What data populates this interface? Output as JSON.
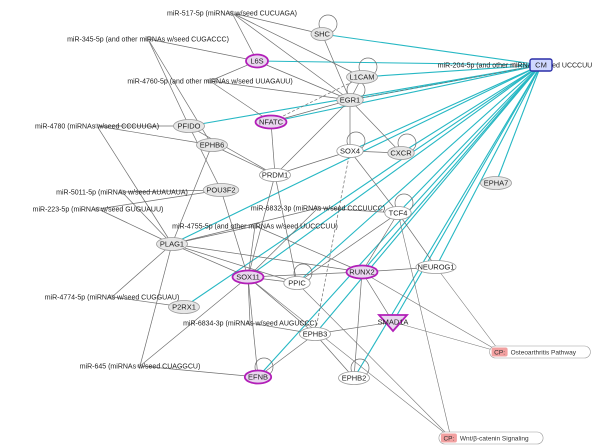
{
  "nodes": [
    {
      "id": "m517",
      "label": "miR-517-5p (miRNAs w/seed CUCUAGA)",
      "kind": "text"
    },
    {
      "id": "m345",
      "label": "miR-345-5p (and other miRNAs w/seed CUGACCC)",
      "kind": "text"
    },
    {
      "id": "m4760",
      "label": "miR-4760-5p (and other miRNAs w/seed UUAGAUU)",
      "kind": "text"
    },
    {
      "id": "m4780",
      "label": "miR-4780 (miRNAs w/seed CCCUUGA)",
      "kind": "text"
    },
    {
      "id": "m204",
      "label": "miR-204-5p (and other miRNAs w/seed UCCCUU",
      "kind": "text"
    },
    {
      "id": "m5011",
      "label": "miR-5011-5p (miRNAs w/seed AUAUAUA)",
      "kind": "text"
    },
    {
      "id": "m223",
      "label": "miR-223-5p (miRNAs w/seed GUGUAUU)",
      "kind": "text"
    },
    {
      "id": "m6832",
      "label": "miR-6832-3p (miRNAs w/seed CCCUUCC)",
      "kind": "text"
    },
    {
      "id": "m4755",
      "label": "miR-4755-5p (and other miRNAs w/seed UUCCCUU)",
      "kind": "text"
    },
    {
      "id": "m4774",
      "label": "miR-4774-5p (miRNAs w/seed CUGGUAU)",
      "kind": "text"
    },
    {
      "id": "m6834",
      "label": "miR-6834-3p (miRNAs w/seed AUGUCCC)",
      "kind": "text"
    },
    {
      "id": "m645",
      "label": "miR-645 (miRNAs w/seed CUAGGCU)",
      "kind": "text"
    },
    {
      "id": "shc",
      "label": "SHC",
      "kind": "plain"
    },
    {
      "id": "l1cam",
      "label": "L1CAM",
      "kind": "plain"
    },
    {
      "id": "l6s",
      "label": "L6S",
      "kind": "hl"
    },
    {
      "id": "egr1",
      "label": "EGR1",
      "kind": "plain"
    },
    {
      "id": "nfatc",
      "label": "NFATC",
      "kind": "hl"
    },
    {
      "id": "pfido",
      "label": "PFIDO",
      "kind": "plain"
    },
    {
      "id": "ephb",
      "label": "EPHB6",
      "kind": "plain"
    },
    {
      "id": "sox4",
      "label": "SOX4",
      "kind": "white"
    },
    {
      "id": "cxcr",
      "label": "CXCR",
      "kind": "plain"
    },
    {
      "id": "prdm1",
      "label": "PRDM1",
      "kind": "white"
    },
    {
      "id": "pou3f2",
      "label": "POU3F2",
      "kind": "plain"
    },
    {
      "id": "ephaz",
      "label": "EPHA7",
      "kind": "plain"
    },
    {
      "id": "tcf4",
      "label": "TCF4",
      "kind": "white"
    },
    {
      "id": "plag1",
      "label": "PLAG1",
      "kind": "plain"
    },
    {
      "id": "sox11",
      "label": "SOX11",
      "kind": "hl"
    },
    {
      "id": "runx2",
      "label": "RUNX2",
      "kind": "hl"
    },
    {
      "id": "neurog",
      "label": "NEUROG1",
      "kind": "white"
    },
    {
      "id": "ppic",
      "label": "PPIC",
      "kind": "white"
    },
    {
      "id": "p2rx1",
      "label": "P2RX1",
      "kind": "plain"
    },
    {
      "id": "smd",
      "label": "SMAD1A",
      "kind": "hl"
    },
    {
      "id": "ephb3",
      "label": "EPHB3",
      "kind": "white"
    },
    {
      "id": "efnb",
      "label": "EFNB",
      "kind": "hl"
    },
    {
      "id": "ephb2",
      "label": "EPHB2",
      "kind": "white"
    },
    {
      "id": "cm",
      "label": "CM",
      "kind": "blue"
    }
  ],
  "edges": [
    [
      "cm",
      "shc",
      "cyan"
    ],
    [
      "cm",
      "l6s",
      "cyan"
    ],
    [
      "cm",
      "l1cam",
      "cyan"
    ],
    [
      "cm",
      "egr1",
      "cyan"
    ],
    [
      "cm",
      "nfatc",
      "cyan"
    ],
    [
      "cm",
      "pfido",
      "cyan"
    ],
    [
      "cm",
      "cxcr",
      "cyan"
    ],
    [
      "cm",
      "sox4",
      "cyan"
    ],
    [
      "cm",
      "ephaz",
      "cyan"
    ],
    [
      "cm",
      "tcf4",
      "cyan"
    ],
    [
      "cm",
      "neurog",
      "cyan"
    ],
    [
      "cm",
      "runx2",
      "cyan"
    ],
    [
      "cm",
      "smd",
      "cyan"
    ],
    [
      "cm",
      "sox11",
      "cyan"
    ],
    [
      "cm",
      "ppic",
      "cyan"
    ],
    [
      "cm",
      "efnb",
      "cyan"
    ],
    [
      "cm",
      "ephb3",
      "cyan"
    ],
    [
      "cm",
      "plag1",
      "cyan"
    ],
    [
      "cm",
      "p2rx1",
      "cyan"
    ],
    [
      "cm",
      "ephb2",
      "cyan"
    ],
    [
      "m517",
      "shc",
      "gray"
    ],
    [
      "m517",
      "l6s",
      "gray"
    ],
    [
      "m517",
      "egr1",
      "gray"
    ],
    [
      "m517",
      "l1cam",
      "gray"
    ],
    [
      "m345",
      "l6s",
      "gray"
    ],
    [
      "m345",
      "ephb",
      "gray"
    ],
    [
      "m345",
      "pfido",
      "gray"
    ],
    [
      "m4760",
      "l6s",
      "gray"
    ],
    [
      "m4760",
      "nfatc",
      "gray"
    ],
    [
      "m4760",
      "egr1",
      "gray"
    ],
    [
      "m4780",
      "pfido",
      "gray"
    ],
    [
      "m4780",
      "plag1",
      "gray"
    ],
    [
      "m4780",
      "ephb",
      "gray"
    ],
    [
      "m5011",
      "pou3f2",
      "gray"
    ],
    [
      "m5011",
      "plag1",
      "gray"
    ],
    [
      "m223",
      "plag1",
      "gray"
    ],
    [
      "m223",
      "pou3f2",
      "gray"
    ],
    [
      "m6832",
      "tcf4",
      "gray"
    ],
    [
      "m6832",
      "sox11",
      "gray"
    ],
    [
      "m6832",
      "plag1",
      "gray"
    ],
    [
      "m4755",
      "sox11",
      "gray"
    ],
    [
      "m4755",
      "runx2",
      "gray"
    ],
    [
      "m4755",
      "plag1",
      "gray"
    ],
    [
      "m4774",
      "plag1",
      "gray"
    ],
    [
      "m4774",
      "p2rx1",
      "gray"
    ],
    [
      "m6834",
      "ephb3",
      "gray"
    ],
    [
      "m6834",
      "sox11",
      "gray"
    ],
    [
      "m645",
      "sox11",
      "gray"
    ],
    [
      "m645",
      "plag1",
      "gray"
    ],
    [
      "m645",
      "efnb",
      "gray"
    ],
    [
      "plag1",
      "sox11",
      "gray"
    ],
    [
      "plag1",
      "runx2",
      "gray"
    ],
    [
      "plag1",
      "ppic",
      "gray"
    ],
    [
      "sox11",
      "runx2",
      "gray"
    ],
    [
      "sox11",
      "ppic",
      "gray"
    ],
    [
      "sox11",
      "efnb",
      "gray"
    ],
    [
      "sox11",
      "ephb3",
      "gray"
    ],
    [
      "runx2",
      "neurog",
      "gray"
    ],
    [
      "runx2",
      "smd",
      "gray"
    ],
    [
      "runx2",
      "ephb2",
      "gray"
    ],
    [
      "runx2",
      "tcf4",
      "gray"
    ],
    [
      "egr1",
      "sox4",
      "gray"
    ],
    [
      "egr1",
      "prdm1",
      "gray"
    ],
    [
      "egr1",
      "nfatc",
      "gray"
    ],
    [
      "egr1",
      "cxcr",
      "gray"
    ],
    [
      "sox4",
      "tcf4",
      "gray"
    ],
    [
      "sox4",
      "prdm1",
      "gray"
    ],
    [
      "sox4",
      "cxcr",
      "gray"
    ],
    [
      "tcf4",
      "neurog",
      "gray"
    ],
    [
      "tcf4",
      "ppic",
      "gray"
    ],
    [
      "prdm1",
      "sox11",
      "gray"
    ],
    [
      "prdm1",
      "ppic",
      "gray"
    ],
    [
      "pou3f2",
      "sox11",
      "gray"
    ],
    [
      "ephb",
      "prdm1",
      "gray"
    ],
    [
      "ephb",
      "plag1",
      "gray"
    ],
    [
      "nfatc",
      "prdm1",
      "gray"
    ],
    [
      "ephb3",
      "ephb2",
      "gray"
    ],
    [
      "ephb3",
      "efnb",
      "gray"
    ],
    [
      "smd",
      "ephb3",
      "gray"
    ],
    [
      "l6s",
      "egr1",
      "gray"
    ],
    [
      "shc",
      "egr1",
      "gray"
    ],
    [
      "l1cam",
      "egr1",
      "gray"
    ],
    [
      "pfido",
      "prdm1",
      "gray"
    ],
    [
      "pfido",
      "pou3f2",
      "gray"
    ],
    [
      "l1cam",
      "nfatc",
      "dashed"
    ],
    [
      "cm",
      "egr1",
      "dashed"
    ],
    [
      "sox4",
      "ephb3",
      "dashed"
    ]
  ],
  "pathways": [
    {
      "id": "cp-osteoarthritis",
      "tag": "CP",
      "label": "Osteoarthritis Pathway"
    },
    {
      "id": "cp-wnt",
      "tag": "CP",
      "label": "Wnt/β-catenin Signaling"
    }
  ],
  "pathway_edges": [
    [
      "runx2",
      "cp-osteoarthritis"
    ],
    [
      "smd",
      "cp-osteoarthritis"
    ],
    [
      "neurog",
      "cp-osteoarthritis"
    ],
    [
      "sox11",
      "cp-wnt"
    ],
    [
      "tcf4",
      "cp-wnt"
    ],
    [
      "ppic",
      "cp-wnt"
    ]
  ],
  "colors": {
    "cyan": "#27b8c4",
    "gray": "#6f6f6f",
    "highlight": "#b21fb8",
    "mirna_blue": "#2b2fa8",
    "cp_badge": "#f2a0a0"
  }
}
